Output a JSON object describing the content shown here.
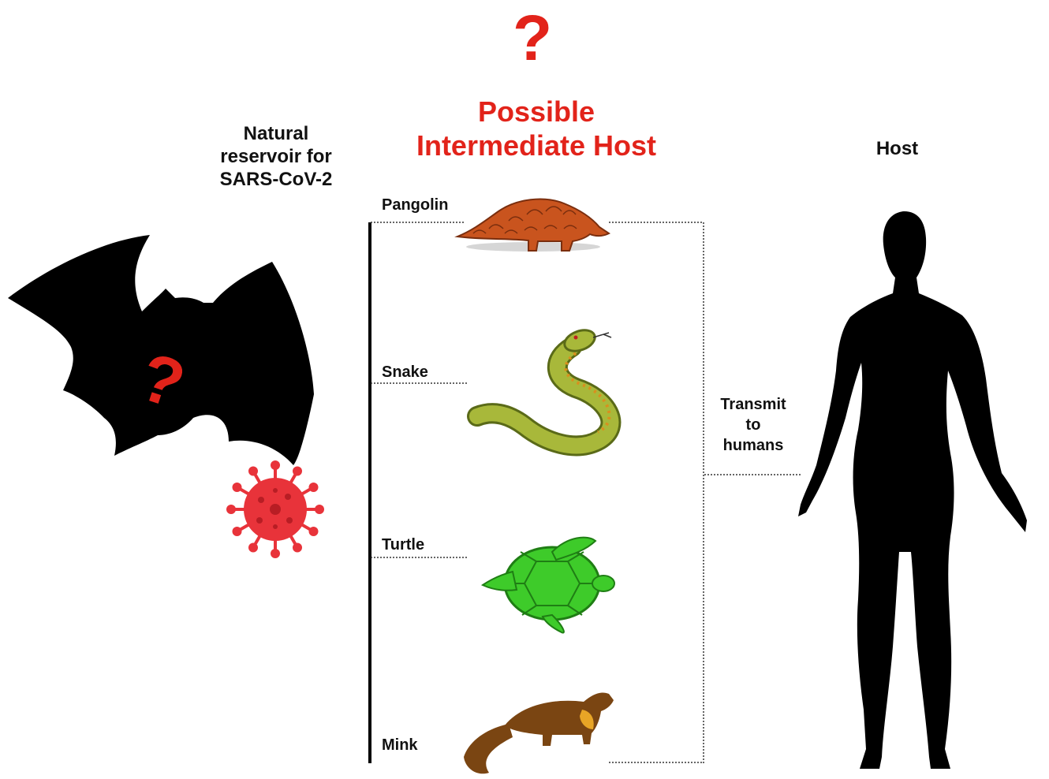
{
  "top_question_mark": "?",
  "intermediate_title": {
    "line1": "Possible",
    "line2": "Intermediate Host"
  },
  "reservoir_label": {
    "line1": "Natural",
    "line2": "reservoir for",
    "line3": "SARS-CoV-2"
  },
  "bat_question_mark": "?",
  "host_label": "Host",
  "transmit_label": {
    "line1": "Transmit",
    "line2": "to",
    "line3": "humans"
  },
  "animals": [
    {
      "label": "Pangolin",
      "icon": "pangolin-icon"
    },
    {
      "label": "Snake",
      "icon": "snake-icon"
    },
    {
      "label": "Turtle",
      "icon": "turtle-icon"
    },
    {
      "label": "Mink",
      "icon": "mink-icon"
    }
  ],
  "colors": {
    "accent_red": "#e2231a",
    "virus_red": "#e8333a",
    "silhouette": "#000000",
    "turtle_green": "#3ecb2a",
    "snake_green": "#a8b83a",
    "pangolin_orange": "#c9541e",
    "mink_brown": "#7a4512"
  }
}
